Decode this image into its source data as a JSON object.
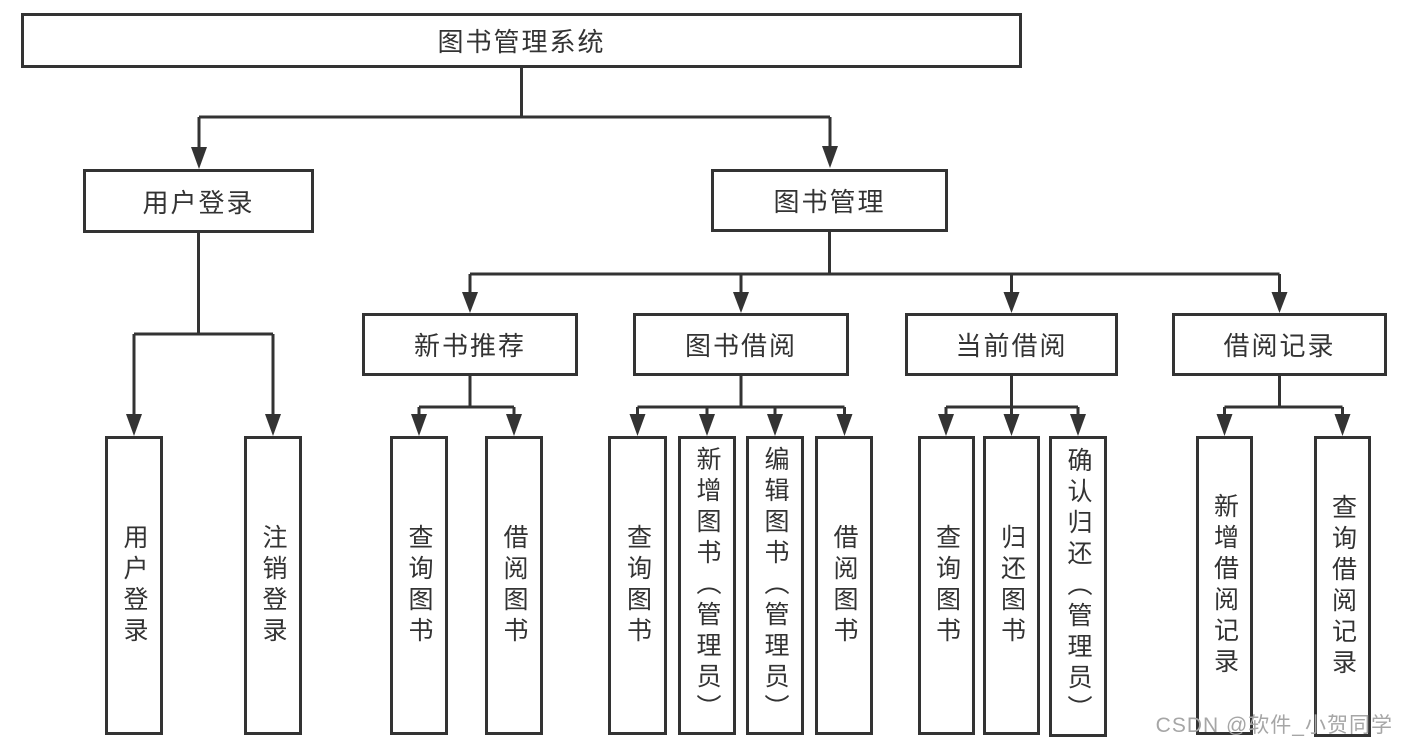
{
  "nodes": {
    "root": {
      "label": "图书管理系统"
    },
    "level2": [
      {
        "label": "用户登录"
      },
      {
        "label": "图书管理"
      }
    ],
    "level3": [
      {
        "label": "新书推荐"
      },
      {
        "label": "图书借阅"
      },
      {
        "label": "当前借阅"
      },
      {
        "label": "借阅记录"
      }
    ],
    "leaves": [
      {
        "label": "用户登录"
      },
      {
        "label": "注销登录"
      },
      {
        "label": "查询图书"
      },
      {
        "label": "借阅图书"
      },
      {
        "label": "查询图书"
      },
      {
        "label": "新增图书（管理员）"
      },
      {
        "label": "编辑图书（管理员）"
      },
      {
        "label": "借阅图书"
      },
      {
        "label": "查询图书"
      },
      {
        "label": "归还图书"
      },
      {
        "label": "确认归还（管理员）"
      },
      {
        "label": "新增借阅记录"
      },
      {
        "label": "查询借阅记录"
      }
    ]
  },
  "watermark": {
    "text": "CSDN @软件_小贺同学"
  },
  "colors": {
    "line": "#333333",
    "box_border": "#333333",
    "text": "#333333",
    "watermark": "#a6a6a6",
    "background": "#ffffff"
  }
}
